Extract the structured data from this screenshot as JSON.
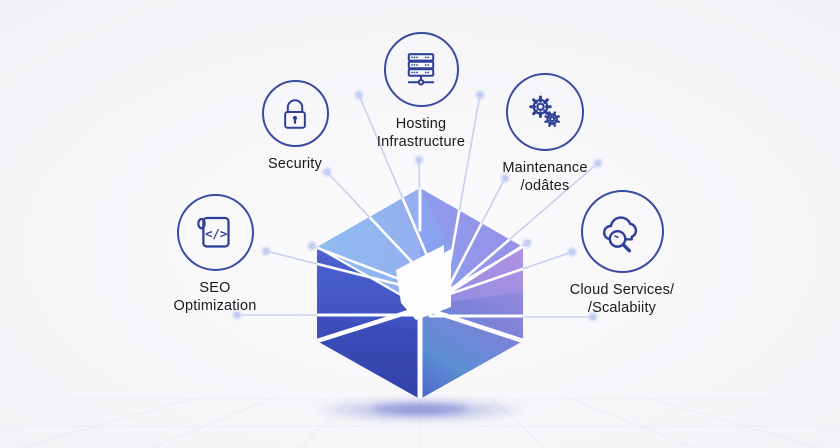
{
  "palette": {
    "background": "#f5f6f8",
    "node_circle_stroke": "#3a4aa0",
    "icon_stroke": "#2e3f97",
    "label_color": "#1a1a1c",
    "connector_line": "#c7d0ee",
    "connector_dot": "#c4cef2",
    "cube_top_blue": "#7db4ec",
    "cube_left_blue": "#4052c6",
    "cube_right_purple": "#a88ee0",
    "cube_bottom_blue": "#4558c8",
    "ray_color": "#ffffff"
  },
  "hub": {
    "icon": "isometric-cube-logo"
  },
  "nodes": [
    {
      "id": "seo-optimization",
      "icon": "code-scroll-icon",
      "icon_glyph": "</>",
      "label_line1": "SEO",
      "label_line2": "Optimization"
    },
    {
      "id": "security",
      "icon": "padlock-icon",
      "label_line1": "Security",
      "label_line2": ""
    },
    {
      "id": "hosting-infrastructure",
      "icon": "server-rack-icon",
      "label_line1": "Hosting",
      "label_line2": "Infrastructure"
    },
    {
      "id": "maintenance-updates",
      "icon": "gears-icon",
      "label_line1": "Maintenance",
      "label_line2": "/odâtes"
    },
    {
      "id": "cloud-services-scalability",
      "icon": "cloud-magnifier-icon",
      "label_line1": "Cloud Services/",
      "label_line2": "/Scalabiity"
    }
  ]
}
